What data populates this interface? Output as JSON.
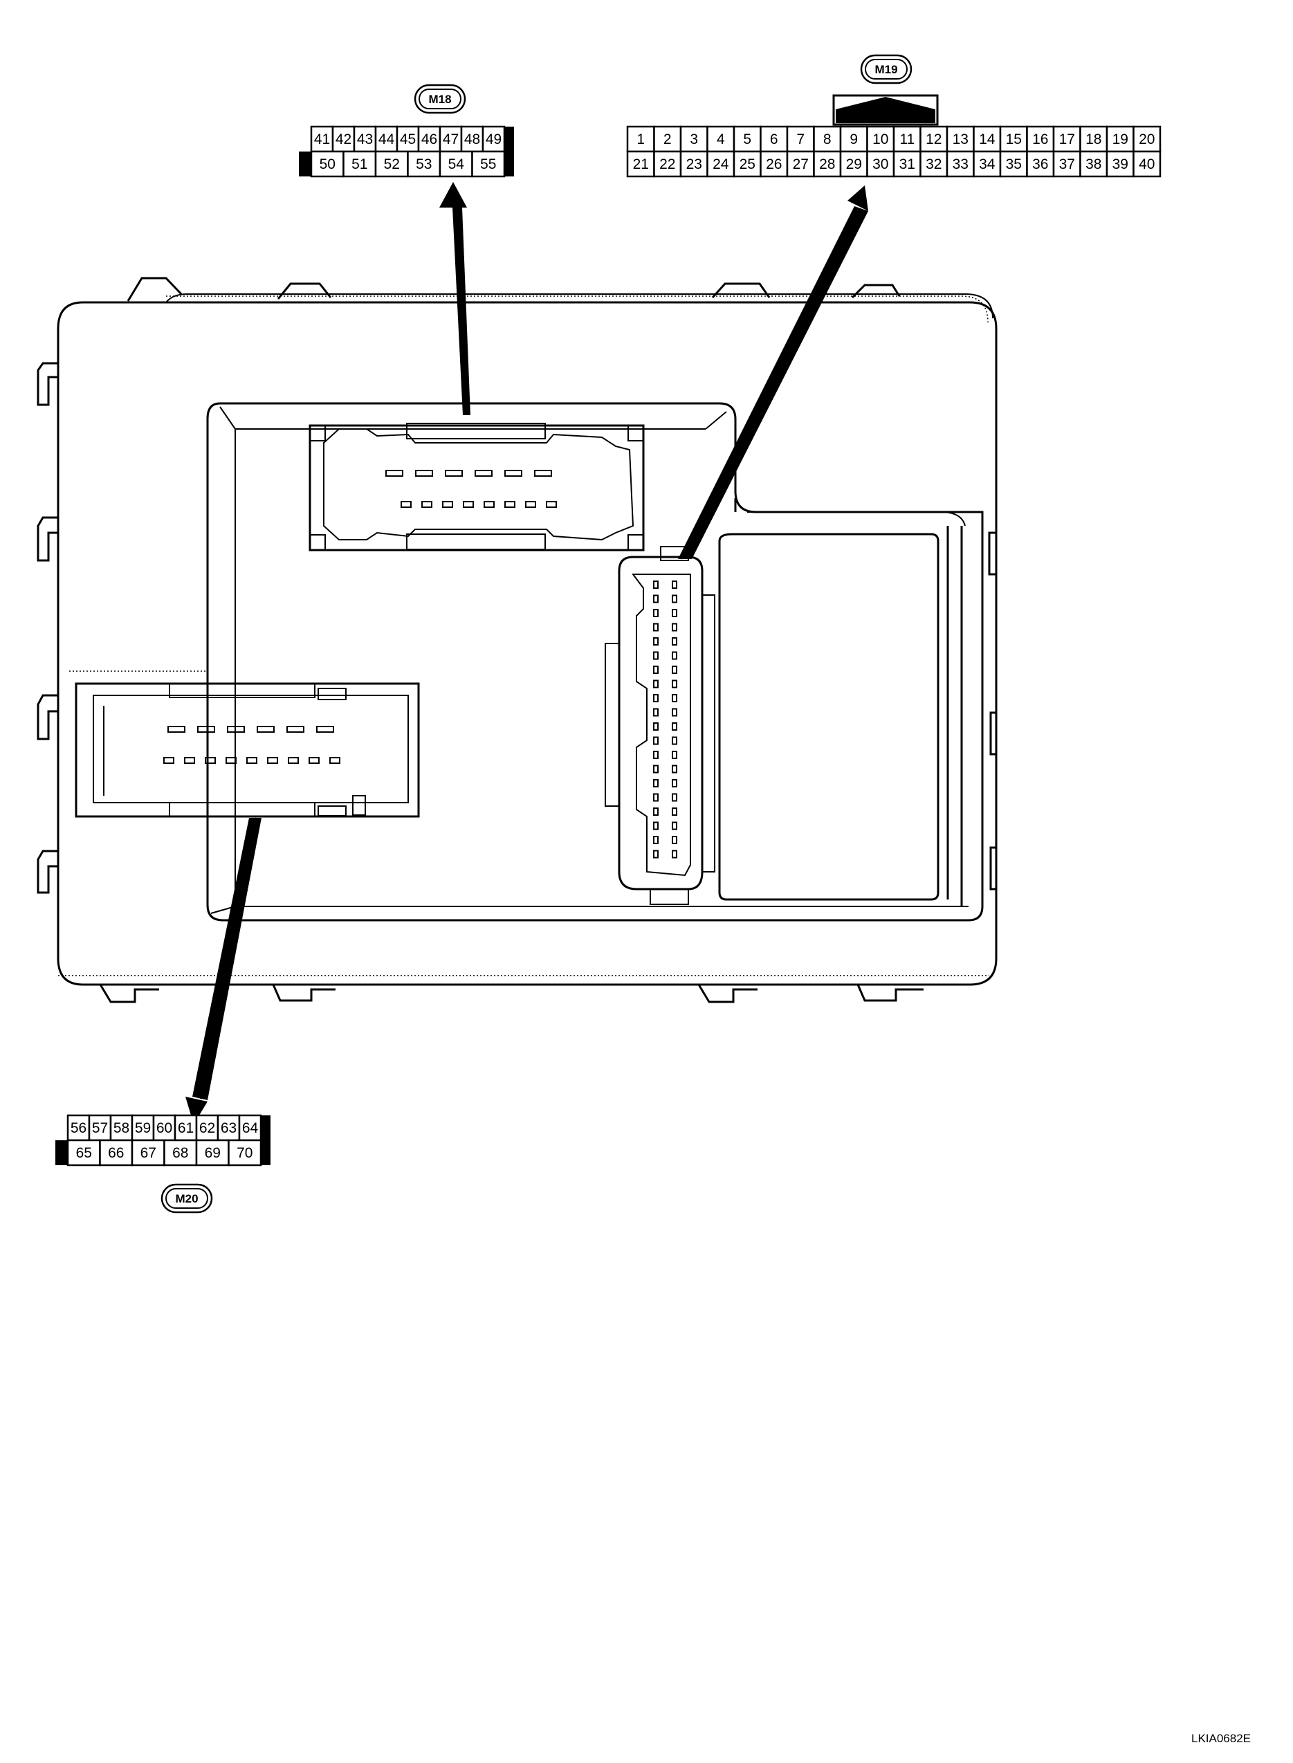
{
  "figure_id": "LKIA0682E",
  "connectors": {
    "m18": {
      "label": "M18",
      "top_row": [
        "41",
        "42",
        "43",
        "44",
        "45",
        "46",
        "47",
        "48",
        "49"
      ],
      "bottom_row": [
        "50",
        "51",
        "52",
        "53",
        "54",
        "55"
      ]
    },
    "m19": {
      "label": "M19",
      "top_row": [
        "1",
        "2",
        "3",
        "4",
        "5",
        "6",
        "7",
        "8",
        "9",
        "10",
        "11",
        "12",
        "13",
        "14",
        "15",
        "16",
        "17",
        "18",
        "19",
        "20"
      ],
      "bottom_row": [
        "21",
        "22",
        "23",
        "24",
        "25",
        "26",
        "27",
        "28",
        "29",
        "30",
        "31",
        "32",
        "33",
        "34",
        "35",
        "36",
        "37",
        "38",
        "39",
        "40"
      ]
    },
    "m20": {
      "label": "M20",
      "top_row": [
        "56",
        "57",
        "58",
        "59",
        "60",
        "61",
        "62",
        "63",
        "64"
      ],
      "bottom_row": [
        "65",
        "66",
        "67",
        "68",
        "69",
        "70"
      ]
    }
  }
}
